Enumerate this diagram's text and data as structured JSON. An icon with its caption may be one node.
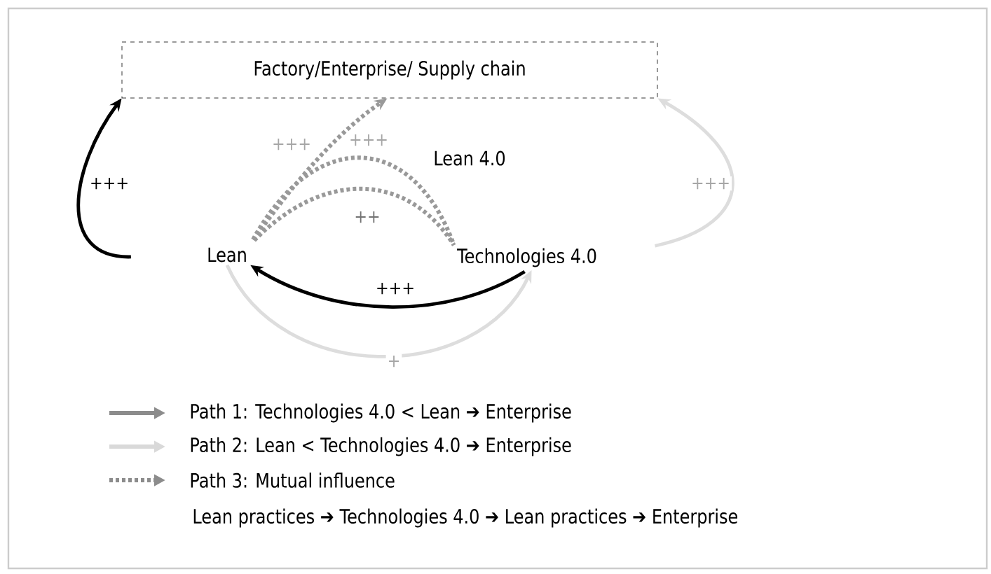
{
  "diagram": {
    "nodes": [
      {
        "text": [
          "Factory/Enterprise/ Supply chain"
        ]
      },
      {
        "text": [
          "Lean"
        ]
      },
      {
        "text": [
          "Technologies 4.0"
        ]
      }
    ],
    "edges": [
      {
        "from": 1,
        "to": 0,
        "arrow": "to",
        "label": "+++",
        "color": "#000000"
      },
      {
        "from": 2,
        "to": 1,
        "arrow": "to",
        "label": "+++",
        "color": "#000000"
      },
      {
        "from": 1,
        "to": 2,
        "arrow": "to",
        "label": "+",
        "color": "#dddddd"
      },
      {
        "from": 2,
        "to": 0,
        "arrow": "to",
        "label": "+++",
        "color": "#dddddd"
      },
      {
        "from": 1,
        "to": 0,
        "arrow": "to",
        "label": "+++",
        "style": "dashed",
        "color": "#999999"
      },
      {
        "from": 1,
        "to": 2,
        "arrow": "none",
        "label": "+++",
        "style": "dashed",
        "color": "#999999"
      },
      {
        "from": 1,
        "to": 2,
        "arrow": "none",
        "label": "++",
        "style": "dashed",
        "color": "#999999"
      }
    ],
    "labels": [
      "Lean 4.0",
      "Lean practices ➔ Technologies 4.0 ➔ Lean practices ➔ Enterprise"
    ],
    "legend": [
      {
        "text": "Path 1: Technologies 4.0 < Lean ➔ Enterprise"
      },
      {
        "text": "Path 2: Lean < Technologies 4.0 ➔ Enterprise"
      },
      {
        "text": "Path 3: Mutual influence"
      }
    ]
  }
}
